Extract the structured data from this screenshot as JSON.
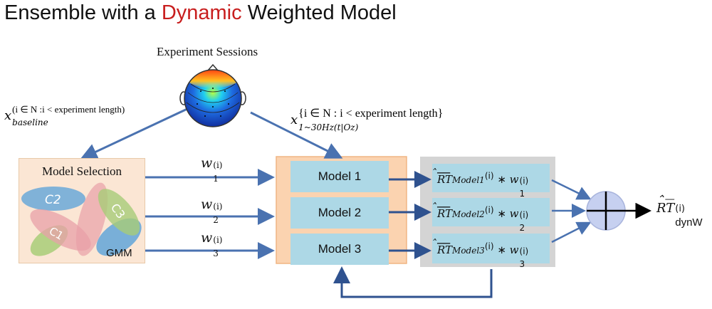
{
  "title": {
    "prefix": "Ensemble with a ",
    "highlight": "Dynamic",
    "suffix": " Weighted Model",
    "highlight_color": "#c81e1e"
  },
  "sessions": {
    "label": "Experiment Sessions",
    "icon": "eeg-topography-head-icon"
  },
  "baseline_input": {
    "symbol": "x",
    "subscript": "baseline",
    "superscript": "(i ∈ N :i < experiment length)"
  },
  "filtered_input": {
    "symbol": "x",
    "subscript": "1~30Hz(t|Oz)",
    "superscript": "{i ∈ N : i < experiment length}"
  },
  "model_selection": {
    "title": "Model Selection",
    "clusters": [
      "C2",
      "C3",
      "C1"
    ],
    "method": "GMM",
    "colors": {
      "c1": "#e8a0a8",
      "c2": "#6aa8d8",
      "c3": "#a8cc78"
    }
  },
  "weights": [
    {
      "symbol": "w",
      "sub": "1",
      "sup": "(i)"
    },
    {
      "symbol": "w",
      "sub": "2",
      "sup": "(i)"
    },
    {
      "symbol": "w",
      "sub": "3",
      "sup": "(i)"
    }
  ],
  "models": [
    "Model 1",
    "Model 2",
    "Model 3"
  ],
  "weighted_outputs": [
    {
      "rt": "RT",
      "model": "Model1",
      "sup": "(i)",
      "op": "∗",
      "w": "w",
      "wsub": "1",
      "wsup": "(i)"
    },
    {
      "rt": "RT",
      "model": "Model2",
      "sup": "(i)",
      "op": "∗",
      "w": "w",
      "wsub": "2",
      "wsup": "(i)"
    },
    {
      "rt": "RT",
      "model": "Model3",
      "sup": "(i)",
      "op": "∗",
      "w": "w",
      "wsub": "3",
      "wsup": "(i)"
    }
  ],
  "output": {
    "rt": "RT",
    "sub": "dynW",
    "sup": "(i)"
  },
  "colors": {
    "arrow": "#4a72b0",
    "feedback_arrow": "#2f528f",
    "model_box": "#add8e6",
    "model_panel": "#fbd3b0",
    "output_panel": "#d4d4d4",
    "sum_node": "#c6d0f0"
  }
}
